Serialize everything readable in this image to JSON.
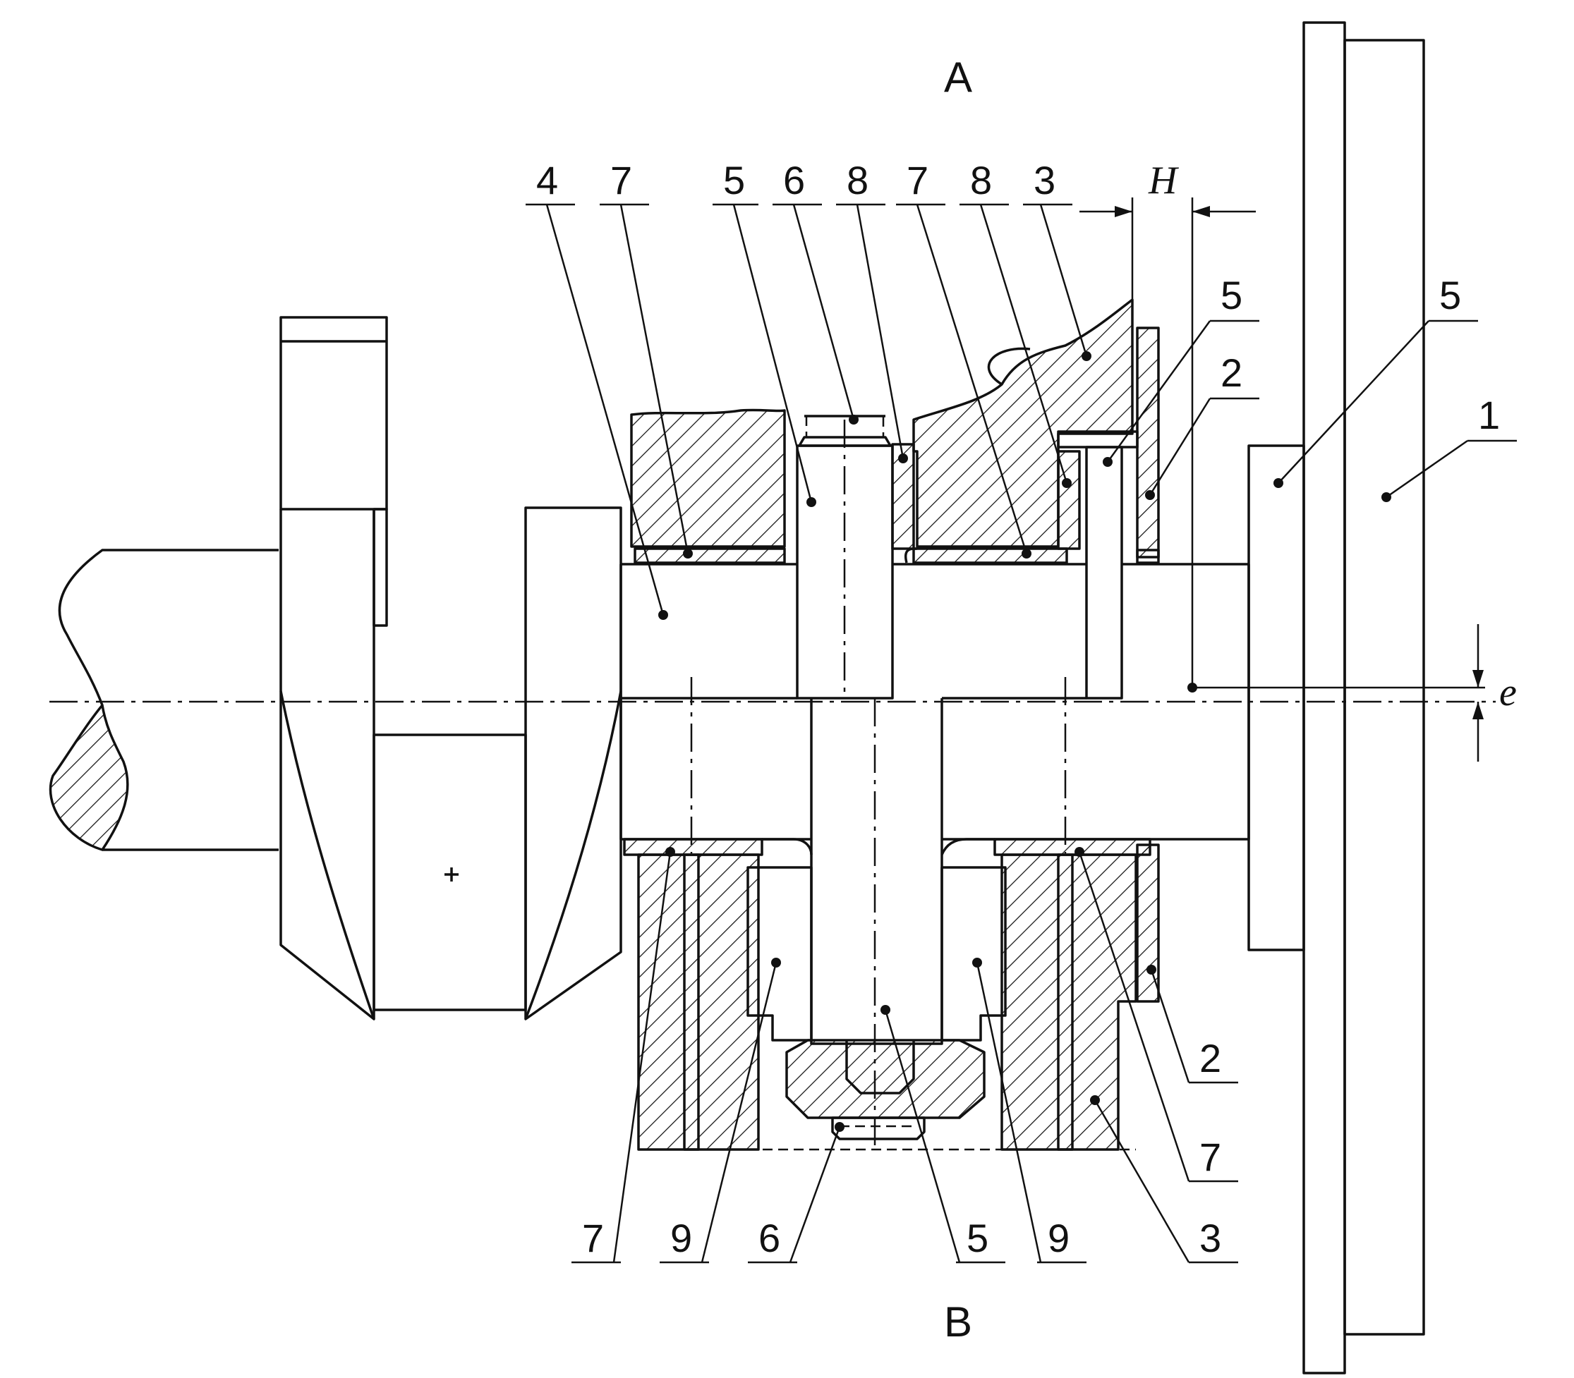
{
  "view_top_label": "A",
  "view_bottom_label": "B",
  "dim_gap": "H",
  "dim_offset": "e",
  "callouts_top": [
    "4",
    "7",
    "5",
    "6",
    "8",
    "7",
    "8",
    "3"
  ],
  "callouts_right": [
    "5",
    "2",
    "5",
    "1"
  ],
  "callouts_lower_right": [
    "2",
    "7"
  ],
  "callouts_bottom": [
    "7",
    "9",
    "6",
    "5",
    "9",
    "3"
  ],
  "colors": {
    "ink": "#111111",
    "paper": "#ffffff"
  }
}
